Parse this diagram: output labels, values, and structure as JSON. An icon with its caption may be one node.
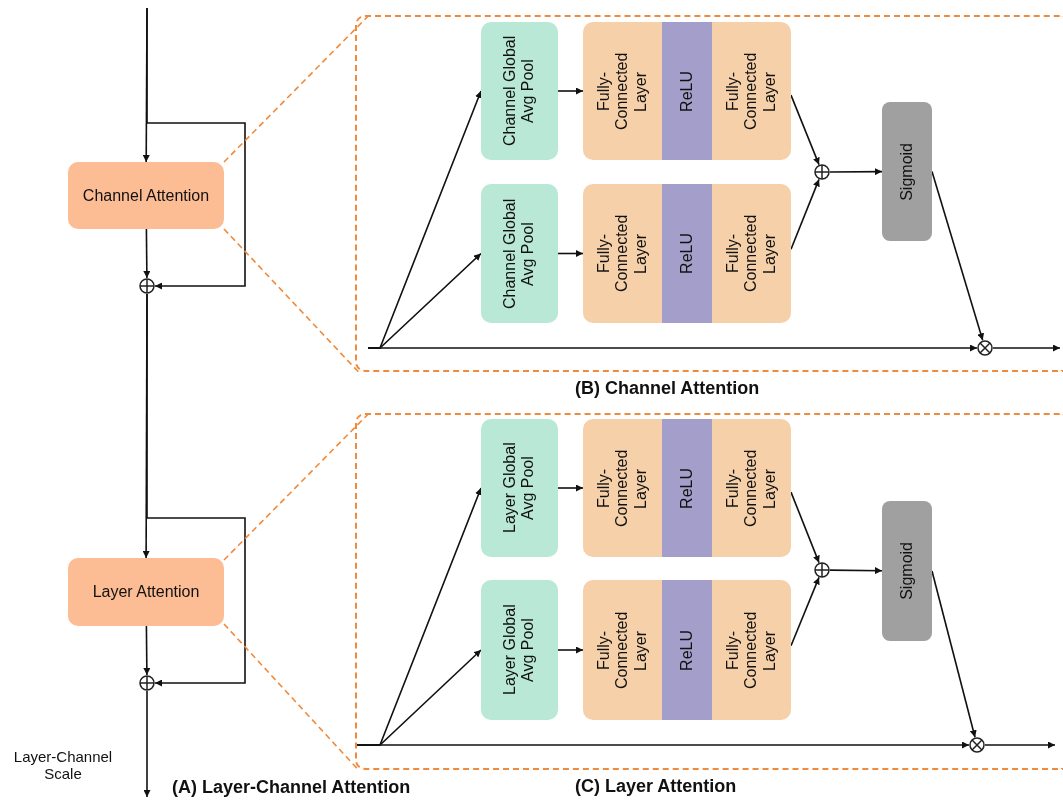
{
  "diagram": {
    "nodes": [
      {
        "text": [
          "Channel Attention"
        ]
      },
      {
        "text": [],
        "shape": "circle"
      },
      {
        "text": [
          "Layer Attention"
        ]
      },
      {
        "text": [],
        "shape": "circle"
      },
      {
        "text": [
          "(B) Channel Attention"
        ]
      },
      {
        "text": [
          "Channel Global Avg Pool"
        ],
        "in": 4
      },
      {
        "text": [
          "Fully-Connected Layer"
        ],
        "in": 4
      },
      {
        "text": [
          "ReLU"
        ],
        "in": 4
      },
      {
        "text": [
          "Fully-Connected Layer"
        ],
        "in": 4
      },
      {
        "text": [
          "Channel Global Avg Pool"
        ],
        "in": 4
      },
      {
        "text": [
          "Fully-Connected Layer"
        ],
        "in": 4
      },
      {
        "text": [
          "ReLU"
        ],
        "in": 4
      },
      {
        "text": [
          "Fully-Connected Layer"
        ],
        "in": 4
      },
      {
        "text": [],
        "shape": "circle",
        "in": 4
      },
      {
        "text": [
          "Sigmoid"
        ],
        "in": 4
      },
      {
        "text": [],
        "shape": "circle",
        "in": 4
      },
      {
        "text": [
          "(C) Layer Attention"
        ]
      },
      {
        "text": [
          "Layer Global Avg Pool"
        ],
        "in": 16
      },
      {
        "text": [
          "Fully-Connected Layer"
        ],
        "in": 16
      },
      {
        "text": [
          "ReLU"
        ],
        "in": 16
      },
      {
        "text": [
          "Fully-Connected Layer"
        ],
        "in": 16
      },
      {
        "text": [
          "Layer Global Avg Pool"
        ],
        "in": 16
      },
      {
        "text": [
          "Fully-Connected Layer"
        ],
        "in": 16
      },
      {
        "text": [
          "ReLU"
        ],
        "in": 16
      },
      {
        "text": [
          "Fully-Connected Layer"
        ],
        "in": 16
      },
      {
        "text": [],
        "shape": "circle",
        "in": 16
      },
      {
        "text": [
          "Sigmoid"
        ],
        "in": 16
      },
      {
        "text": [],
        "shape": "circle",
        "in": 16
      }
    ],
    "edges": [
      {
        "from": null,
        "to": 0,
        "arrow": "to"
      },
      {
        "from": null,
        "to": 1,
        "arrow": "to"
      },
      {
        "from": 0,
        "to": 1,
        "arrow": "to"
      },
      {
        "from": 1,
        "to": 2,
        "arrow": "to"
      },
      {
        "from": 1,
        "to": 3,
        "arrow": "to"
      },
      {
        "from": 2,
        "to": 3,
        "arrow": "to"
      },
      {
        "from": 3,
        "to": null,
        "arrow": "to"
      },
      {
        "from": 0,
        "to": 4,
        "arrow": "none",
        "style": "dashed",
        "color": "#f08a3c"
      },
      {
        "from": 0,
        "to": 4,
        "arrow": "none",
        "style": "dashed",
        "color": "#f08a3c"
      },
      {
        "from": 2,
        "to": 16,
        "arrow": "none",
        "style": "dashed",
        "color": "#f08a3c"
      },
      {
        "from": 2,
        "to": 16,
        "arrow": "none",
        "style": "dashed",
        "color": "#f08a3c"
      },
      {
        "from": null,
        "to": 5,
        "arrow": "to"
      },
      {
        "from": null,
        "to": 9,
        "arrow": "to"
      },
      {
        "from": null,
        "to": 15,
        "arrow": "to"
      },
      {
        "from": 5,
        "to": 6,
        "arrow": "to"
      },
      {
        "from": 9,
        "to": 10,
        "arrow": "to"
      },
      {
        "from": 8,
        "to": 13,
        "arrow": "to"
      },
      {
        "from": 12,
        "to": 13,
        "arrow": "to"
      },
      {
        "from": 13,
        "to": 14,
        "arrow": "to"
      },
      {
        "from": 14,
        "to": 15,
        "arrow": "to"
      },
      {
        "from": 15,
        "to": null,
        "arrow": "to"
      },
      {
        "from": null,
        "to": 17,
        "arrow": "to"
      },
      {
        "from": null,
        "to": 21,
        "arrow": "to"
      },
      {
        "from": null,
        "to": 27,
        "arrow": "to"
      },
      {
        "from": 17,
        "to": 18,
        "arrow": "to"
      },
      {
        "from": 21,
        "to": 22,
        "arrow": "to"
      },
      {
        "from": 20,
        "to": 25,
        "arrow": "to"
      },
      {
        "from": 24,
        "to": 25,
        "arrow": "to"
      },
      {
        "from": 25,
        "to": 26,
        "arrow": "to"
      },
      {
        "from": 26,
        "to": 27,
        "arrow": "to"
      },
      {
        "from": 27,
        "to": null,
        "arrow": "to"
      }
    ],
    "labels": [
      "Layer-Channel Scale",
      "(A) Layer-Channel Attention"
    ]
  }
}
